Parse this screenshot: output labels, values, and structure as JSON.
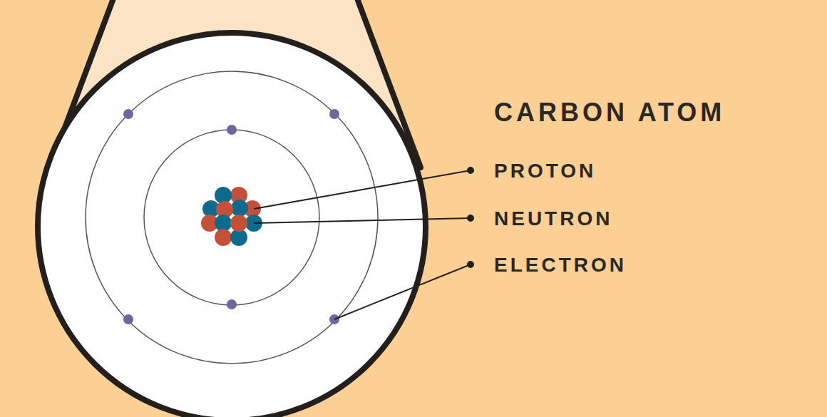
{
  "diagram": {
    "title": "CARBON ATOM",
    "labels": [
      "PROTON",
      "NEUTRON",
      "ELECTRON"
    ]
  }
}
